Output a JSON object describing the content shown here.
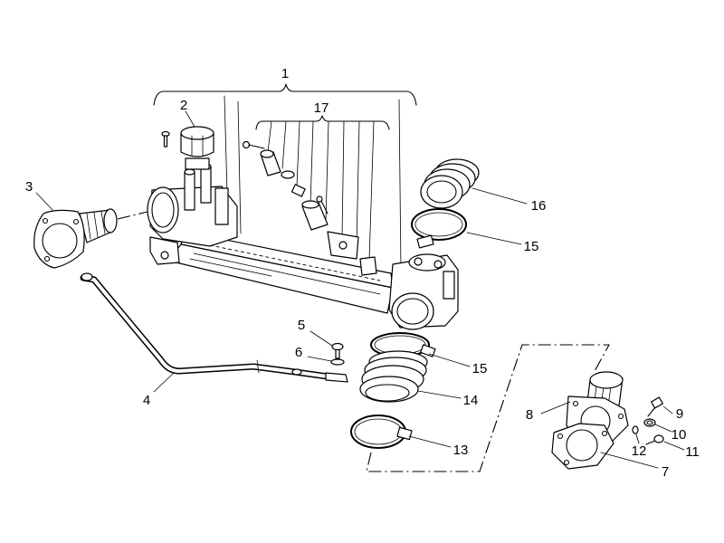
{
  "colors": {
    "line": "#000000",
    "background": "#ffffff"
  },
  "callouts": [
    "1",
    "2",
    "17",
    "3",
    "16",
    "15",
    "5",
    "6",
    "15",
    "4",
    "14",
    "8",
    "9",
    "10",
    "13",
    "12",
    "11",
    "7"
  ]
}
